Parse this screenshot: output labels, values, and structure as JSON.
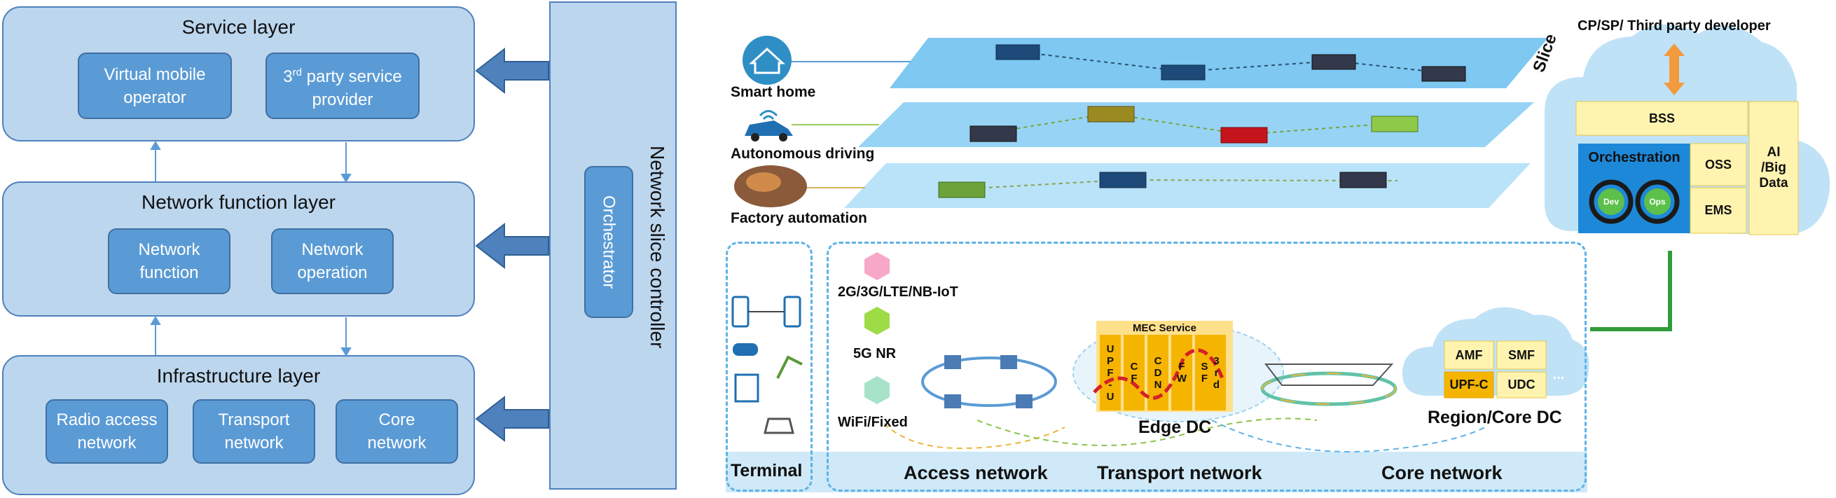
{
  "left": {
    "service_layer": {
      "title": "Service layer",
      "box1": "Virtual mobile operator",
      "box2_prefix": "3",
      "box2_sup": "rd",
      "box2_rest": " party service provider"
    },
    "network_function_layer": {
      "title": "Network function layer",
      "box1": "Network function",
      "box2": "Network operation"
    },
    "infrastructure_layer": {
      "title": "Infrastructure layer",
      "box1": "Radio access network",
      "box2": "Transport network",
      "box3": "Core network"
    },
    "controller": {
      "title": "Network slice controller",
      "orchestrator": "Orchestrator"
    }
  },
  "right": {
    "slice_label": "Slice",
    "use_cases": [
      "Smart home",
      "Autonomous driving",
      "Factory automation"
    ],
    "top_right": {
      "developer": "CP/SP/ Third party developer",
      "bss": "BSS",
      "orchestration": "Orchestration",
      "dev": "Dev",
      "ops": "Ops",
      "oss": "OSS",
      "ems": "EMS",
      "ai": "AI /Big Data"
    },
    "terminal": "Terminal",
    "access": {
      "radio1": "2G/3G/LTE/NB-IoT",
      "radio2": "5G NR",
      "radio3": "WiFi/Fixed"
    },
    "edge": {
      "mec": "MEC Service",
      "label": "Edge DC",
      "col1": "UPF-U",
      "col2": "CF",
      "col3": "CDN",
      "col4": "FW",
      "col5": "3rd SF"
    },
    "core": {
      "amf": "AMF",
      "smf": "SMF",
      "upfc": "UPF-C",
      "udc": "UDC",
      "more": "...",
      "label": "Region/Core DC"
    },
    "networks": [
      "Access network",
      "Transport network",
      "Core network"
    ]
  },
  "colors": {
    "layer_fill": "#bcd6ee",
    "box_fill": "#5b9bd5",
    "arrow": "#4f81bd",
    "slice": "#7ec8f2",
    "dashed": "#5db3e6",
    "cloud": "#bfe2f7",
    "accent_orange": "#f29a3c",
    "green_link": "#2f9b3a"
  }
}
